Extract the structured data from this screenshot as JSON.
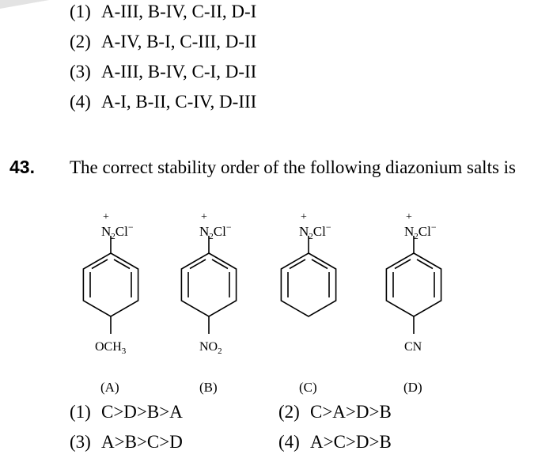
{
  "prev_options": [
    {
      "num": "(1)",
      "text": "A-III, B-IV, C-II, D-I"
    },
    {
      "num": "(2)",
      "text": "A-IV, B-I, C-III, D-II"
    },
    {
      "num": "(3)",
      "text": "A-III, B-IV, C-I, D-II"
    },
    {
      "num": "(4)",
      "text": "A-I, B-II, C-IV, D-III"
    }
  ],
  "question": {
    "number": "43.",
    "text": "The correct stability order of the following diazonium salts is"
  },
  "structures": {
    "charge": "+",
    "top_n": "N",
    "top_sub": "2",
    "top_cl": "Cl",
    "top_minus": "−",
    "items": [
      {
        "label": "(A)",
        "sub_main": "OCH",
        "sub_index": "3"
      },
      {
        "label": "(B)",
        "sub_main": "NO",
        "sub_index": "2"
      },
      {
        "label": "(C)",
        "sub_main": "",
        "sub_index": ""
      },
      {
        "label": "(D)",
        "sub_main": "CN",
        "sub_index": ""
      }
    ]
  },
  "answers": [
    {
      "num": "(1)",
      "text": "C>D>B>A"
    },
    {
      "num": "(2)",
      "text": "C>A>D>B"
    },
    {
      "num": "(3)",
      "text": "A>B>C>D"
    },
    {
      "num": "(4)",
      "text": "A>C>D>B"
    }
  ]
}
